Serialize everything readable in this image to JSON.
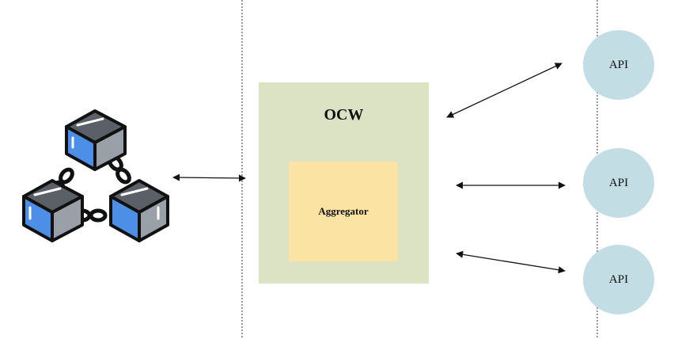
{
  "ocw": {
    "label": "OCW"
  },
  "aggregator": {
    "label": "Aggregator"
  },
  "apis": [
    {
      "label": "API"
    },
    {
      "label": "API"
    },
    {
      "label": "API"
    }
  ],
  "colors": {
    "ocw_fill": "#dbe3c4",
    "aggregator_fill": "#fbe3a3",
    "api_fill": "#c3dde5",
    "cube_blue": "#4d8fe6",
    "cube_gray": "#9aa0a8",
    "cube_dark": "#5b6068",
    "outline": "#111111"
  },
  "icons": {
    "blockchain": "blockchain-icon"
  }
}
